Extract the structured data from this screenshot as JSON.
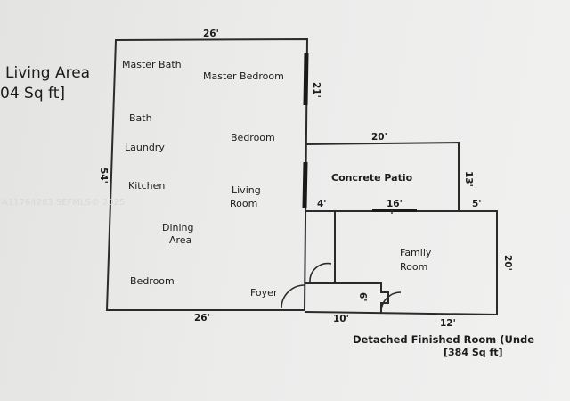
{
  "header": {
    "line1": "Living Area",
    "line2": "04 Sq ft]"
  },
  "rooms": {
    "master_bath": "Master Bath",
    "master_bedroom": "Master Bedroom",
    "bath": "Bath",
    "laundry": "Laundry",
    "bedroom_upper": "Bedroom",
    "kitchen": "Kitchen",
    "living_line1": "Living",
    "living_line2": "Room",
    "dining_line1": "Dining",
    "dining_line2": "Area",
    "bedroom_lower": "Bedroom",
    "foyer": "Foyer",
    "concrete_patio": "Concrete Patio",
    "family_line1": "Family",
    "family_line2": "Room"
  },
  "dimensions": {
    "top_width": "26'",
    "bottom_width": "26'",
    "left_height": "54'",
    "master_height": "21'",
    "patio_width": "20'",
    "patio_height": "13'",
    "gap_left": "4'",
    "family_top": "16'",
    "gap_right": "5'",
    "family_height": "20'",
    "foyer_height": "6'",
    "bottom_mid": "10'",
    "bottom_right": "12'"
  },
  "footer": {
    "line1": "Detached Finished Room (Unde",
    "line2": "[384 Sq ft]"
  },
  "watermark": "A11764283 SEFMLS© 2025"
}
